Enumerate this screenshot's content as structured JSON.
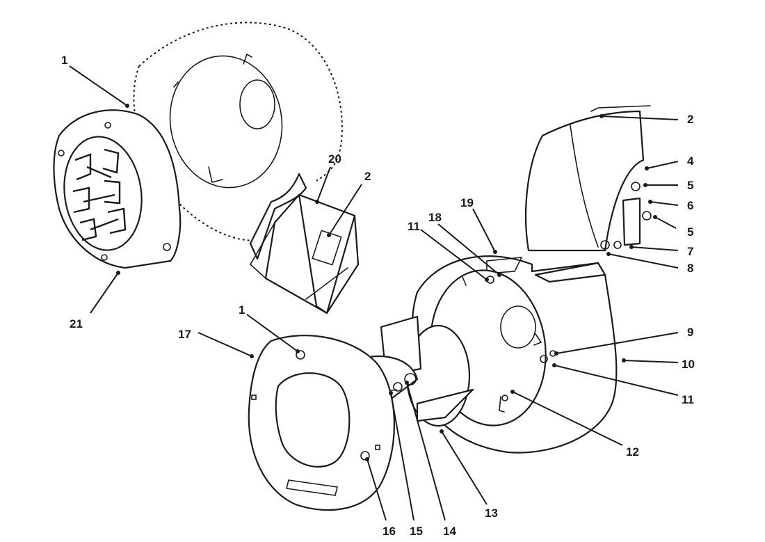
{
  "callouts": [
    {
      "id": "c1-top",
      "label": "1"
    },
    {
      "id": "c2-right",
      "label": "2"
    },
    {
      "id": "c20",
      "label": "20"
    },
    {
      "id": "c2-mid",
      "label": "2"
    },
    {
      "id": "c4",
      "label": "4"
    },
    {
      "id": "c5-a",
      "label": "5"
    },
    {
      "id": "c6",
      "label": "6"
    },
    {
      "id": "c5-b",
      "label": "5"
    },
    {
      "id": "c7",
      "label": "7"
    },
    {
      "id": "c8",
      "label": "8"
    },
    {
      "id": "c19",
      "label": "19"
    },
    {
      "id": "c18",
      "label": "18"
    },
    {
      "id": "c11-a",
      "label": "11"
    },
    {
      "id": "c21",
      "label": "21"
    },
    {
      "id": "c1-bottom",
      "label": "1"
    },
    {
      "id": "c17",
      "label": "17"
    },
    {
      "id": "c9",
      "label": "9"
    },
    {
      "id": "c10",
      "label": "10"
    },
    {
      "id": "c11-b",
      "label": "11"
    },
    {
      "id": "c12",
      "label": "12"
    },
    {
      "id": "c13",
      "label": "13"
    },
    {
      "id": "c14",
      "label": "14"
    },
    {
      "id": "c15",
      "label": "15"
    },
    {
      "id": "c16",
      "label": "16"
    }
  ]
}
